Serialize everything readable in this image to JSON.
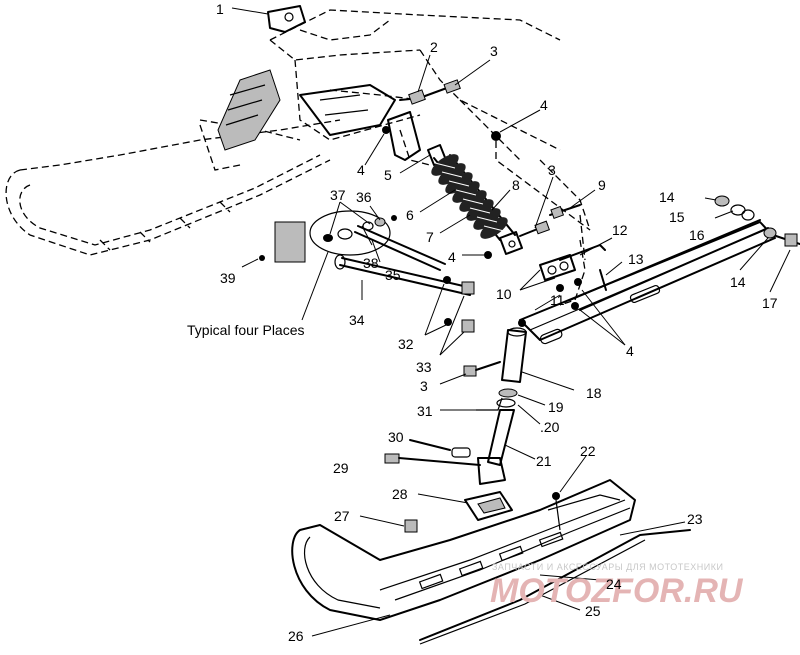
{
  "caption": "Typical four Places",
  "watermark": {
    "line": "ЗАПЧАСТИ И АКСЕССУАРЫ ДЛЯ МОТОТЕХНИКИ",
    "logo": "MOTOZFOR.RU"
  },
  "callouts": [
    "1",
    "2",
    "3",
    "4",
    "5",
    "6",
    "7",
    "8",
    "3",
    "9",
    "4",
    "4",
    "10",
    "10",
    "11",
    "12",
    "13",
    "14",
    "15",
    "16",
    "14",
    "17",
    "4",
    "37",
    "36",
    "38",
    "35",
    "39",
    "34",
    "32",
    "33",
    "3",
    "18",
    "19",
    ".20",
    "31",
    "30",
    "21",
    "29",
    "22",
    "28",
    "27",
    "23",
    "24",
    "25",
    "26"
  ]
}
